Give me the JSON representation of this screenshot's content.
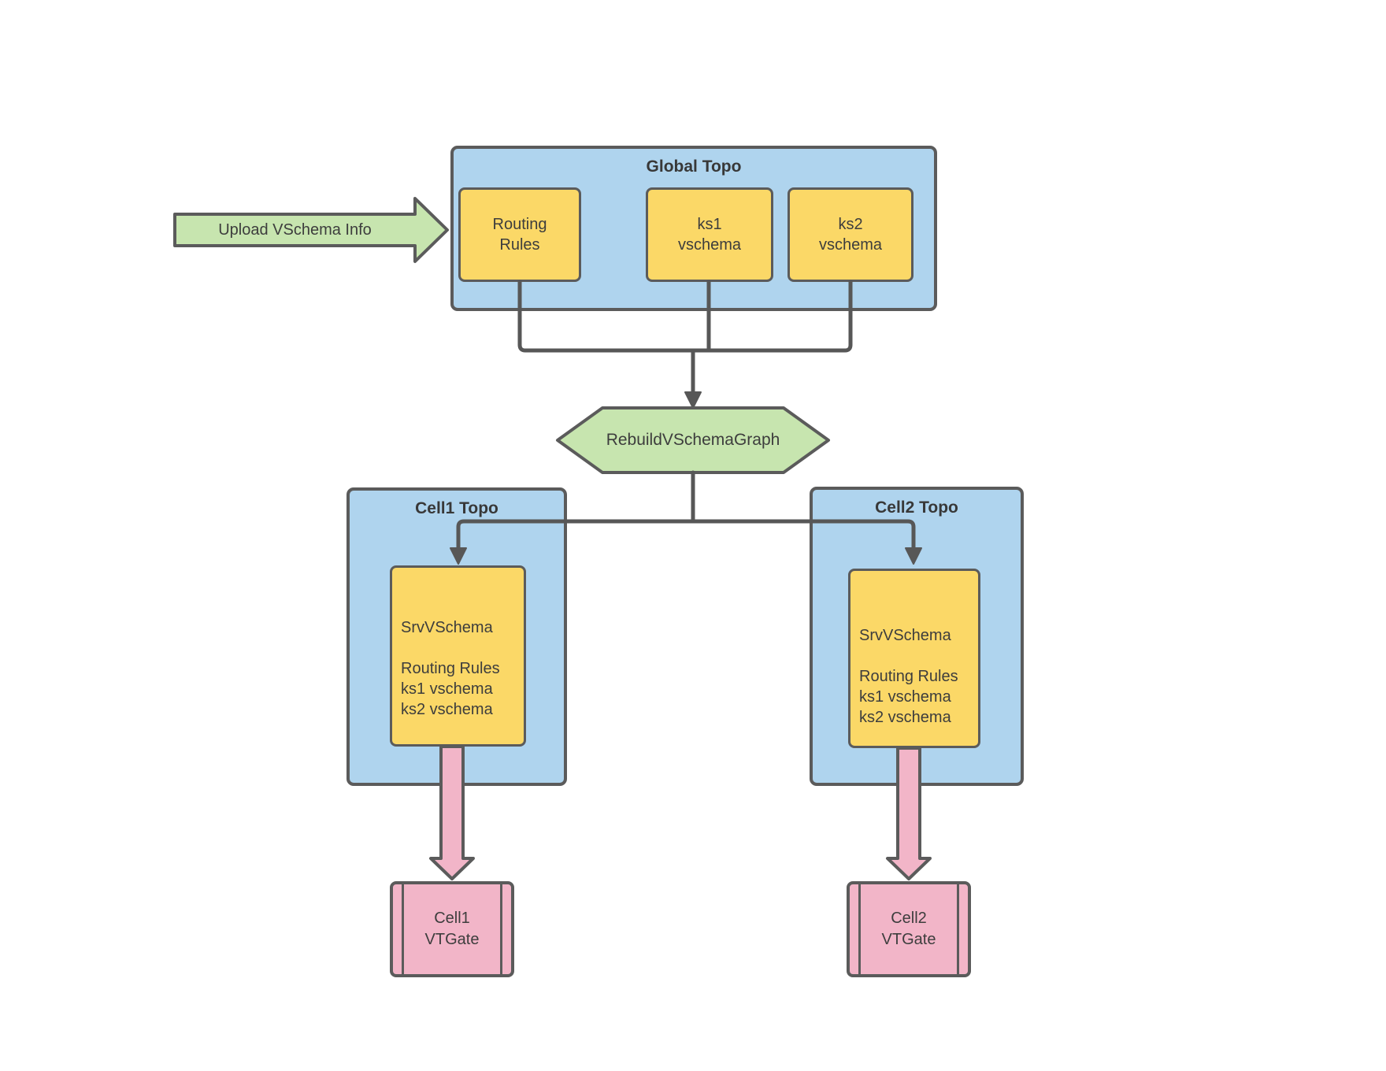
{
  "colors": {
    "container_fill": "#AFD4EE",
    "node_fill": "#FBD867",
    "accent_green": "#C7E5AF",
    "accent_pink": "#F2B5C8",
    "stroke": "#5B5B5B",
    "line": "#575757",
    "text": "#3D3D3D"
  },
  "upload_arrow": {
    "label": "Upload VSchema Info"
  },
  "global_topo": {
    "title": "Global Topo",
    "routing_rules": "Routing\nRules",
    "ks1": "ks1\nvschema",
    "ks2": "ks2\nvschema"
  },
  "rebuild_step": {
    "label": "RebuildVSchemaGraph"
  },
  "cell1": {
    "title": "Cell1 Topo",
    "srv_vschema": "SrvVSchema\n\nRouting Rules\nks1 vschema\nks2 vschema",
    "vtgate": "Cell1\nVTGate"
  },
  "cell2": {
    "title": "Cell2 Topo",
    "srv_vschema": "SrvVSchema\n\nRouting Rules\nks1 vschema\nks2 vschema",
    "vtgate": "Cell2\nVTGate"
  }
}
